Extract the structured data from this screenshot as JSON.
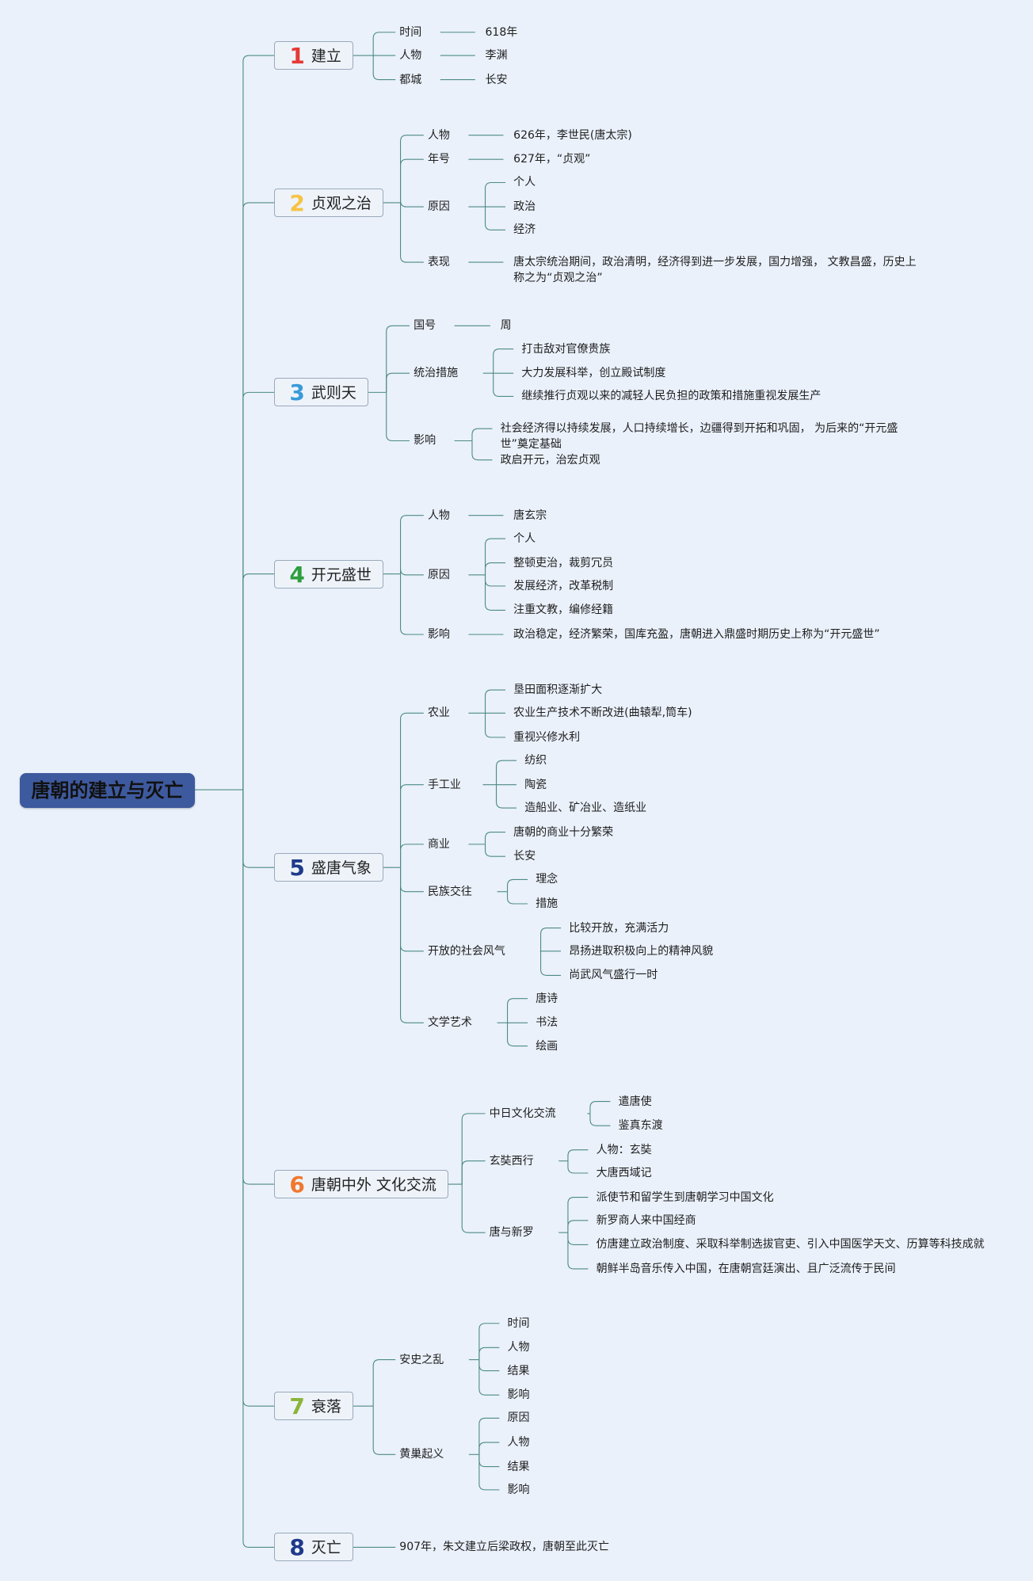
{
  "root": "唐朝的建立与灭亡",
  "topics": [
    {
      "num": "1",
      "label": "建立",
      "color": "#e53935",
      "children": [
        {
          "label": "时间",
          "children": [
            "618年"
          ]
        },
        {
          "label": "人物",
          "children": [
            "李渊"
          ]
        },
        {
          "label": "都城",
          "children": [
            "长安"
          ]
        }
      ]
    },
    {
      "num": "2",
      "label": "贞观之治",
      "color": "#f6c344",
      "children": [
        {
          "label": "人物",
          "children": [
            "626年，李世民(唐太宗)"
          ]
        },
        {
          "label": "年号",
          "children": [
            "627年，“贞观”"
          ]
        },
        {
          "label": "原因",
          "children": [
            "个人",
            "政治",
            "经济"
          ]
        },
        {
          "label": "表现",
          "children": [
            "唐太宗统治期间，政治清明，经济得到进一步发展，国力增强， 文教昌盛，历史上称之为“贞观之治”"
          ]
        }
      ]
    },
    {
      "num": "3",
      "label": "武则天",
      "color": "#3a9ad9",
      "children": [
        {
          "label": "国号",
          "children": [
            "周"
          ]
        },
        {
          "label": "统治措施",
          "children": [
            "打击敌对官僚贵族",
            "大力发展科举，创立殿试制度",
            "继续推行贞观以来的减轻人民负担的政策和措施重视发展生产"
          ]
        },
        {
          "label": "影响",
          "children": [
            "社会经济得以持续发展，人口持续增长，边疆得到开拓和巩固， 为后来的“开元盛世”奠定基础",
            "政启开元，治宏贞观"
          ]
        }
      ]
    },
    {
      "num": "4",
      "label": "开元盛世",
      "color": "#2e9e3e",
      "children": [
        {
          "label": "人物",
          "children": [
            "唐玄宗"
          ]
        },
        {
          "label": "原因",
          "children": [
            "个人",
            "整顿吏治，裁剪冗员",
            "发展经济，改革税制",
            "注重文教，编修经籍"
          ]
        },
        {
          "label": "影响",
          "children": [
            "政治稳定，经济繁荣，国库充盈，唐朝进入鼎盛时期历史上称为“开元盛世”"
          ]
        }
      ]
    },
    {
      "num": "5",
      "label": "盛唐气象",
      "color": "#1f3a8a",
      "children": [
        {
          "label": "农业",
          "children": [
            "垦田面积逐渐扩大",
            "农业生产技术不断改进(曲辕犁,筒车)",
            "重视兴修水利"
          ]
        },
        {
          "label": "手工业",
          "children": [
            "纺织",
            "陶瓷",
            "造船业、矿冶业、造纸业"
          ]
        },
        {
          "label": "商业",
          "children": [
            "唐朝的商业十分繁荣",
            "长安"
          ]
        },
        {
          "label": "民族交往",
          "children": [
            "理念",
            "措施"
          ]
        },
        {
          "label": "开放的社会风气",
          "children": [
            "比较开放，充满活力",
            "昂扬进取积极向上的精神风貌",
            "尚武风气盛行一时"
          ]
        },
        {
          "label": "文学艺术",
          "children": [
            "唐诗",
            "书法",
            "绘画"
          ]
        }
      ]
    },
    {
      "num": "6",
      "label": "唐朝中外 文化交流",
      "color": "#f0782e",
      "children": [
        {
          "label": "中日文化交流",
          "children": [
            "遣唐使",
            "鉴真东渡"
          ]
        },
        {
          "label": "玄奘西行",
          "children": [
            "人物：玄奘",
            "大唐西域记"
          ]
        },
        {
          "label": "唐与新罗",
          "children": [
            "派使节和留学生到唐朝学习中国文化",
            "新罗商人来中国经商",
            "仿唐建立政治制度、采取科举制选拔官吏、引入中国医学天文、历算等科技成就",
            "朝鲜半岛音乐传入中国，在唐朝宫廷演出、且广泛流传于民间"
          ]
        }
      ]
    },
    {
      "num": "7",
      "label": "衰落",
      "color": "#8bb43a",
      "children": [
        {
          "label": "安史之乱",
          "children": [
            "时间",
            "人物",
            "结果",
            "影响"
          ]
        },
        {
          "label": "黄巢起义",
          "children": [
            "原因",
            "人物",
            "结果",
            "影响"
          ]
        }
      ]
    },
    {
      "num": "8",
      "label": "灭亡",
      "color": "#1f3a8a",
      "children": [
        {
          "label": "907年，朱文建立后梁政权，唐朝至此灭亡",
          "children": []
        }
      ]
    }
  ]
}
